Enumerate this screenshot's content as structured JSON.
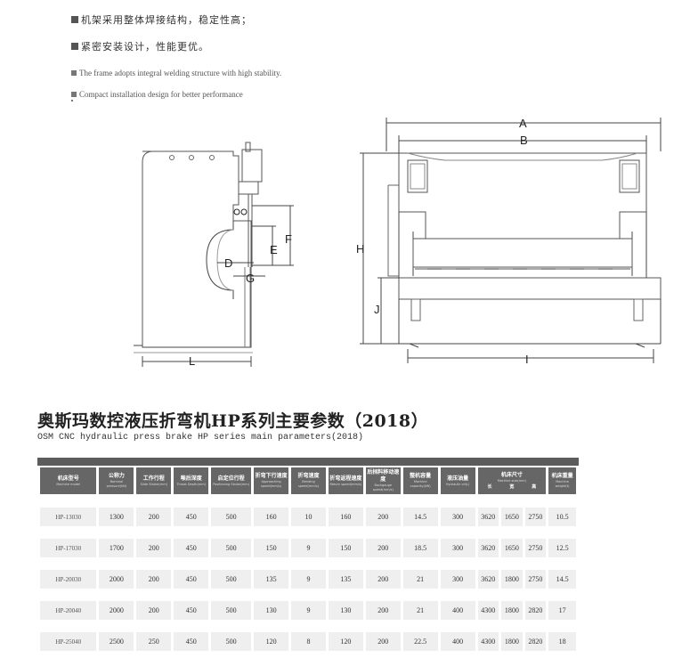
{
  "features": [
    {
      "lang": "cn",
      "text": "机架采用整体焊接结构，稳定性高；"
    },
    {
      "lang": "cn",
      "text": "紧密安装设计，性能更优。"
    },
    {
      "lang": "en",
      "text": "The frame adopts integral welding structure with high stability."
    },
    {
      "lang": "en",
      "text": "Compact installation design for better performance"
    }
  ],
  "diagram_labels": {
    "side": {
      "D": "D",
      "E": "E",
      "F": "F",
      "G": "G",
      "L": "L"
    },
    "front": {
      "A": "A",
      "B": "B",
      "H": "H",
      "J": "J",
      "I": "I"
    }
  },
  "table": {
    "title_cn": "奥斯玛数控液压折弯机HP系列主要参数（2018）",
    "title_en": "OSM CNC hydraulic press brake HP series main parameters(2018)",
    "headers": [
      {
        "cn": "机床型号",
        "en": "Machine model"
      },
      {
        "cn": "公称力",
        "en": "Nominal pressure(kN)"
      },
      {
        "cn": "工作行程",
        "en": "Slide Stroke(mm)"
      },
      {
        "cn": "喉后深度",
        "en": "Throat Depth(mm)"
      },
      {
        "cn": "启定位行程",
        "en": "Positioning Stroke(mm)"
      },
      {
        "cn": "折弯下行速度",
        "en": "Approaching speed(mm/s)"
      },
      {
        "cn": "折弯速度",
        "en": "Bending speed(mm/s)"
      },
      {
        "cn": "折弯返程速度",
        "en": "Return speed(mm/s)"
      },
      {
        "cn": "后挡料移动速度",
        "en": "Backgauge speed(mm/s)"
      },
      {
        "cn": "整机容量",
        "en": "Machine capacity(kW)"
      },
      {
        "cn": "液压油量",
        "en": "Hydraulic oil(L)"
      },
      {
        "cn": "机床尺寸",
        "en": "Machine size(mm)",
        "sub": [
          "长",
          "宽",
          "高"
        ]
      },
      {
        "cn": "机床重量",
        "en": "Machine weight(t)"
      }
    ],
    "rows": [
      [
        "HP-13030",
        "1300",
        "200",
        "450",
        "500",
        "160",
        "10",
        "160",
        "200",
        "14.5",
        "300",
        "3620",
        "1650",
        "2750",
        "10.5"
      ],
      [
        "HP-17030",
        "1700",
        "200",
        "450",
        "500",
        "150",
        "9",
        "150",
        "200",
        "18.5",
        "300",
        "3620",
        "1650",
        "2750",
        "12.5"
      ],
      [
        "HP-20030",
        "2000",
        "200",
        "450",
        "500",
        "135",
        "9",
        "135",
        "200",
        "21",
        "300",
        "3620",
        "1800",
        "2750",
        "14.5"
      ],
      [
        "HP-20040",
        "2000",
        "200",
        "450",
        "500",
        "130",
        "9",
        "130",
        "200",
        "21",
        "400",
        "4300",
        "1800",
        "2820",
        "17"
      ],
      [
        "HP-25040",
        "2500",
        "250",
        "450",
        "500",
        "120",
        "8",
        "120",
        "200",
        "22.5",
        "400",
        "4300",
        "1800",
        "2820",
        "18"
      ]
    ]
  }
}
